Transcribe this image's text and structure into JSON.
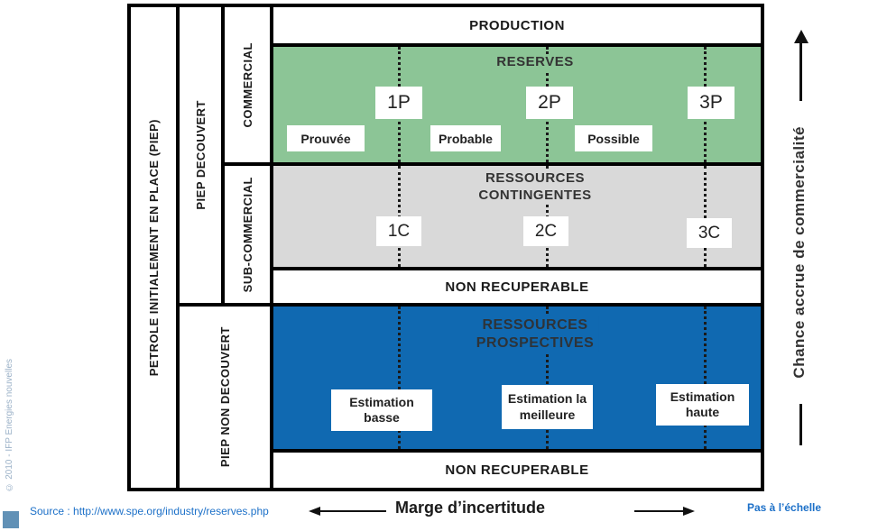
{
  "colors": {
    "green": "#8cc596",
    "gray": "#d9d9d9",
    "blue": "#1069b1",
    "link_blue": "#1c70c8",
    "muted_blue": "#9cb2c8",
    "logo_blue": "#6191b6"
  },
  "left_axis": {
    "piep": "PETROLE INITIALEMENT EN PLACE (PIEP)",
    "discovered": "PIEP DECOUVERT",
    "undiscovered": "PIEP NON DECOUVERT",
    "commercial": "COMMERCIAL",
    "subcommercial": "SUB-COMMERCIAL"
  },
  "grid": {
    "production": "PRODUCTION",
    "reserves": {
      "title": "RESERVES",
      "p": [
        "1P",
        "2P",
        "3P"
      ],
      "qualifiers": [
        "Prouvée",
        "Probable",
        "Possible"
      ]
    },
    "contingent": {
      "title1": "RESSOURCES",
      "title2": "CONTINGENTES",
      "c": [
        "1C",
        "2C",
        "3C"
      ]
    },
    "non_recoverable_1": "NON RECUPERABLE",
    "prospective": {
      "title1": "RESSOURCES",
      "title2": "PROSPECTIVES",
      "estimates": [
        "Estimation basse",
        "Estimation la meilleure",
        "Estimation haute"
      ]
    },
    "non_recoverable_2": "NON RECUPERABLE"
  },
  "axes": {
    "right": "Chance accrue de commercialité",
    "bottom": "Marge d’incertitude",
    "scale_note": "Pas à l’échelle"
  },
  "footer": {
    "source": "Source : http://www.spe.org/industry/reserves.php"
  },
  "margin": {
    "copyright": "© 2010 - IFP Energies nouvelles"
  }
}
